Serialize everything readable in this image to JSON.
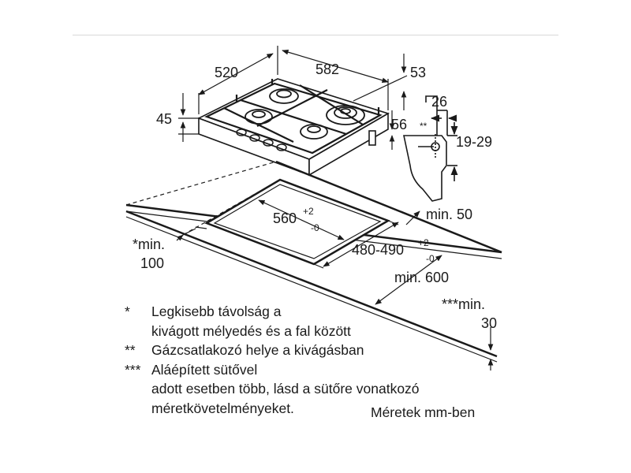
{
  "dimensions": {
    "hob_depth": "520",
    "hob_width": "582",
    "panel_offset": "53",
    "hob_height": "45",
    "side_profile_width": "26",
    "gas_connection_mark": "**",
    "inlet_height": "56",
    "worktop_thickness": "19-29",
    "cutout_width": "560",
    "cutout_width_tol_plus": "+2",
    "cutout_width_tol_minus": "-0",
    "cutout_depth": "480-490",
    "cutout_depth_tol_plus": "+2",
    "cutout_depth_tol_minus": "-0",
    "min_back": "min. 50",
    "min_wall_line1": "*min.",
    "min_wall_line2": "100",
    "min_worktop": "min. 600",
    "min_oven_line1": "***min.",
    "min_oven_line2": "30"
  },
  "legend": [
    {
      "mark": "*",
      "lines": [
        "Legkisebb távolság a",
        "kivágott mélyedés és a fal között"
      ]
    },
    {
      "mark": "**",
      "lines": [
        "Gázcsatlakozó helye a kivágásban"
      ]
    },
    {
      "mark": "***",
      "lines": [
        "Aláépített sütővel",
        "adott esetben több, lásd a sütőre vonatkozó",
        "méretkövetelményeket."
      ]
    }
  ],
  "units_note": "Méretek mm-ben",
  "colors": {
    "line": "#1a1a1a",
    "gas_shade": "#cccccc"
  }
}
